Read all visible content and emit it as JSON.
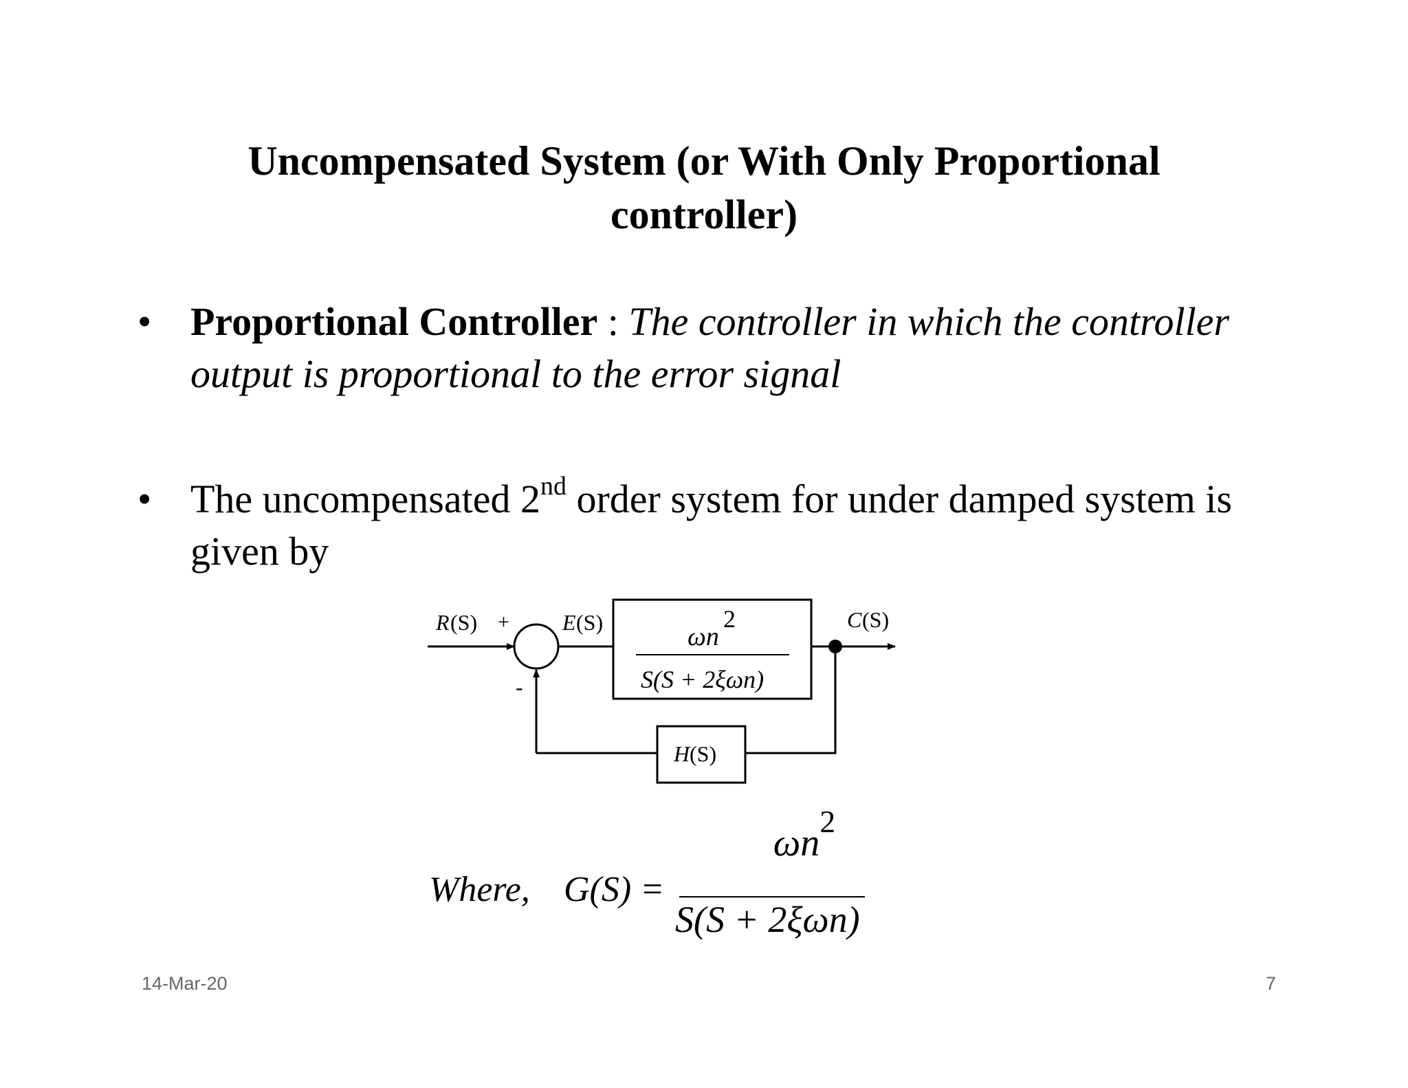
{
  "title": {
    "line1": "Uncompensated System (or With Only Proportional",
    "line2": "controller)"
  },
  "bullets": [
    {
      "bullet_glyph": "•",
      "term": "Proportional Controller",
      "separator": " : ",
      "definition": "The controller in which the controller output is proportional to the error signal"
    },
    {
      "bullet_glyph": "•",
      "text_before": "The uncompensated 2",
      "superscript": "nd",
      "text_after": " order system for under damped system is given by"
    }
  ],
  "diagram": {
    "input_label_italic": "R",
    "input_label_rest": "(S)",
    "plus_sign": "+",
    "minus_sign": "-",
    "error_label_italic": "E",
    "error_label_rest": "(S)",
    "forward_numerator": "ωn",
    "forward_numerator_exp": "2",
    "forward_denominator": "S(S + 2ξωn)",
    "output_label_italic": "C",
    "output_label_rest": "(S)",
    "feedback_label_italic": "H",
    "feedback_label_rest": "(S)"
  },
  "equation": {
    "where": "Where,",
    "lhs": "G(S) =",
    "numerator": "ωn",
    "numerator_exp": "2",
    "denominator": "S(S + 2ξωn)"
  },
  "footer": {
    "date": "14-Mar-20",
    "page_number": "7"
  }
}
